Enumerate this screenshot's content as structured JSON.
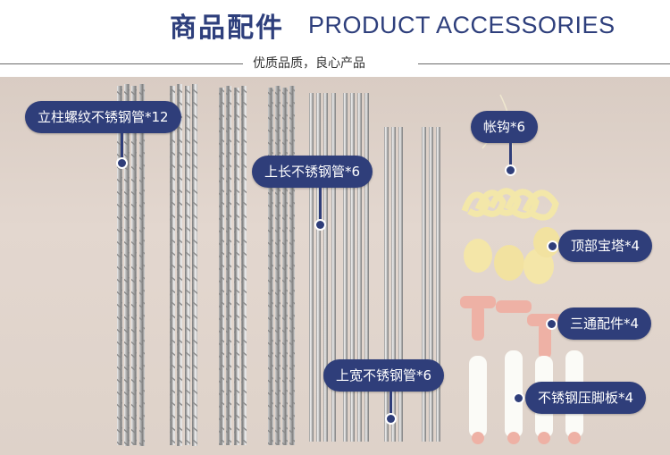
{
  "header": {
    "title_cn": "商品配件",
    "title_en": "PRODUCT ACCESSORIES",
    "subtitle": "优质品质，良心产品"
  },
  "labels": {
    "upright": "立柱螺纹不锈钢管*12",
    "top_long": "上长不锈钢管*6",
    "top_wide": "上宽不锈钢管*6",
    "hook": "帐钩*6",
    "top_tower": "顶部宝塔*4",
    "tee": "三通配件*4",
    "foot_plate": "不锈钢压脚板*4"
  },
  "colors": {
    "brand_navy": "#2f3e7a",
    "steel": "#c8c8c8",
    "plastic_cream": "#f3e3a6",
    "plastic_pink": "#eeb1a5"
  }
}
